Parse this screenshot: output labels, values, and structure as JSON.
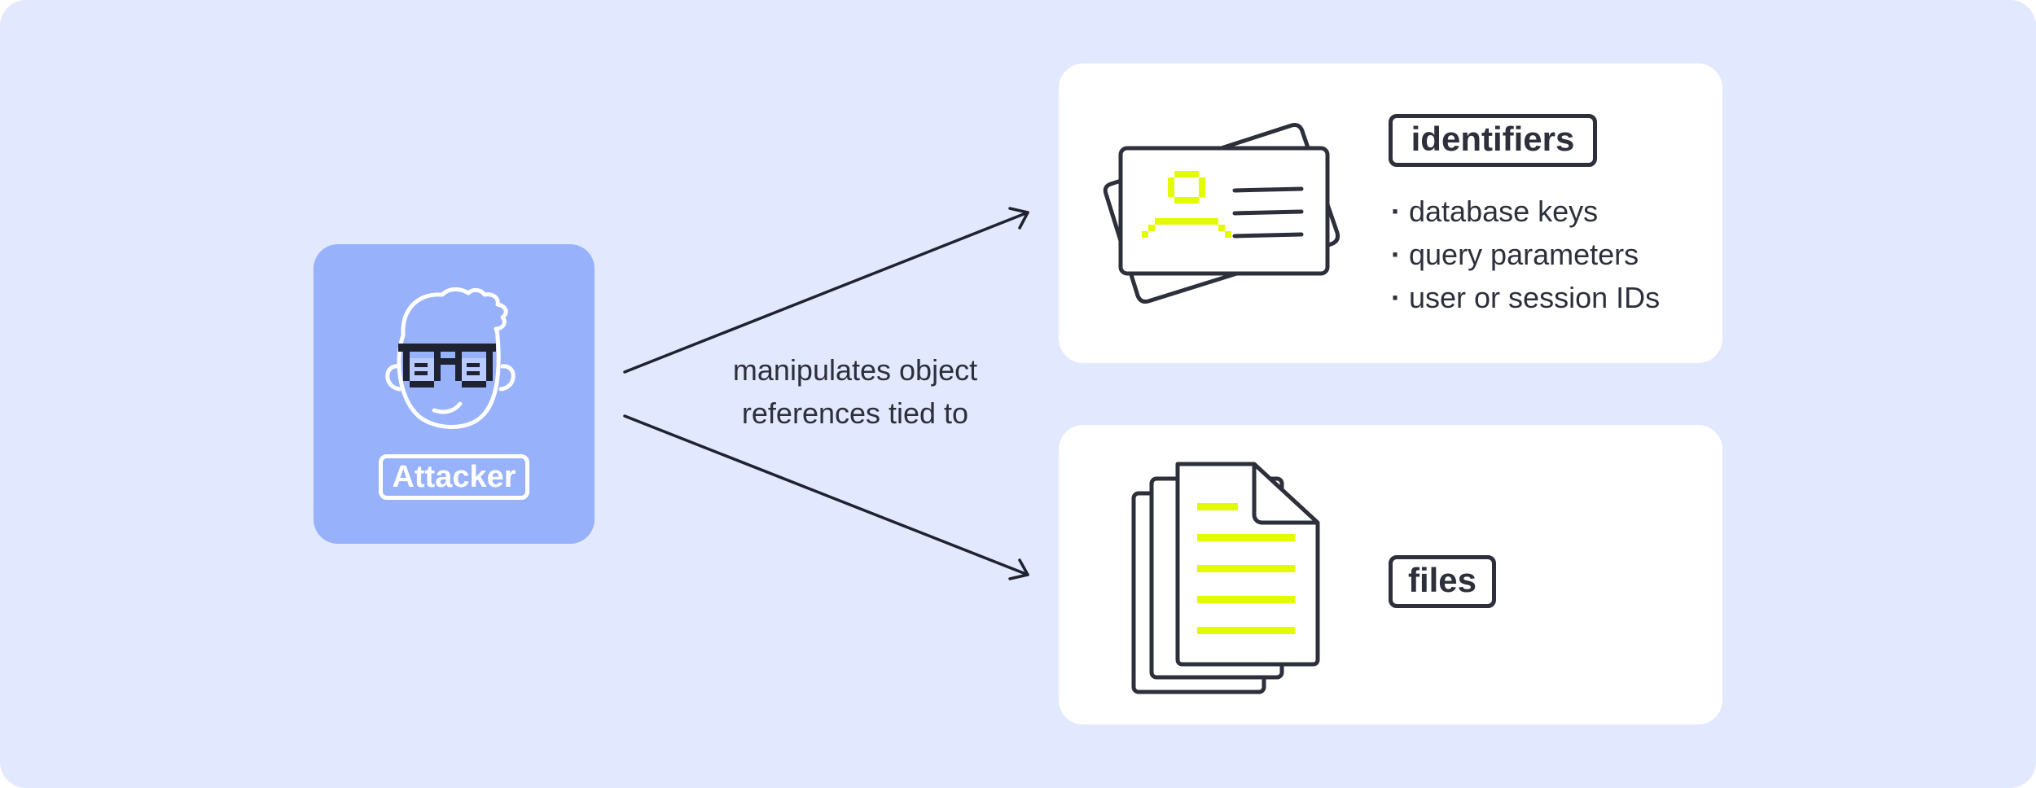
{
  "attacker": {
    "label": "Attacker"
  },
  "connector": {
    "label_line1": "manipulates object",
    "label_line2": "references tied to"
  },
  "targets": [
    {
      "tag": "identifiers",
      "icon": "id-card-icon",
      "bullets": [
        "database keys",
        "query parameters",
        "user or session IDs"
      ]
    },
    {
      "tag": "files",
      "icon": "documents-stack-icon"
    }
  ],
  "colors": {
    "background": "#e2e8fd",
    "attacker_card": "#97b1fb",
    "accent_yellow": "#e3fb00",
    "ink": "#2d303b",
    "card": "#ffffff"
  }
}
